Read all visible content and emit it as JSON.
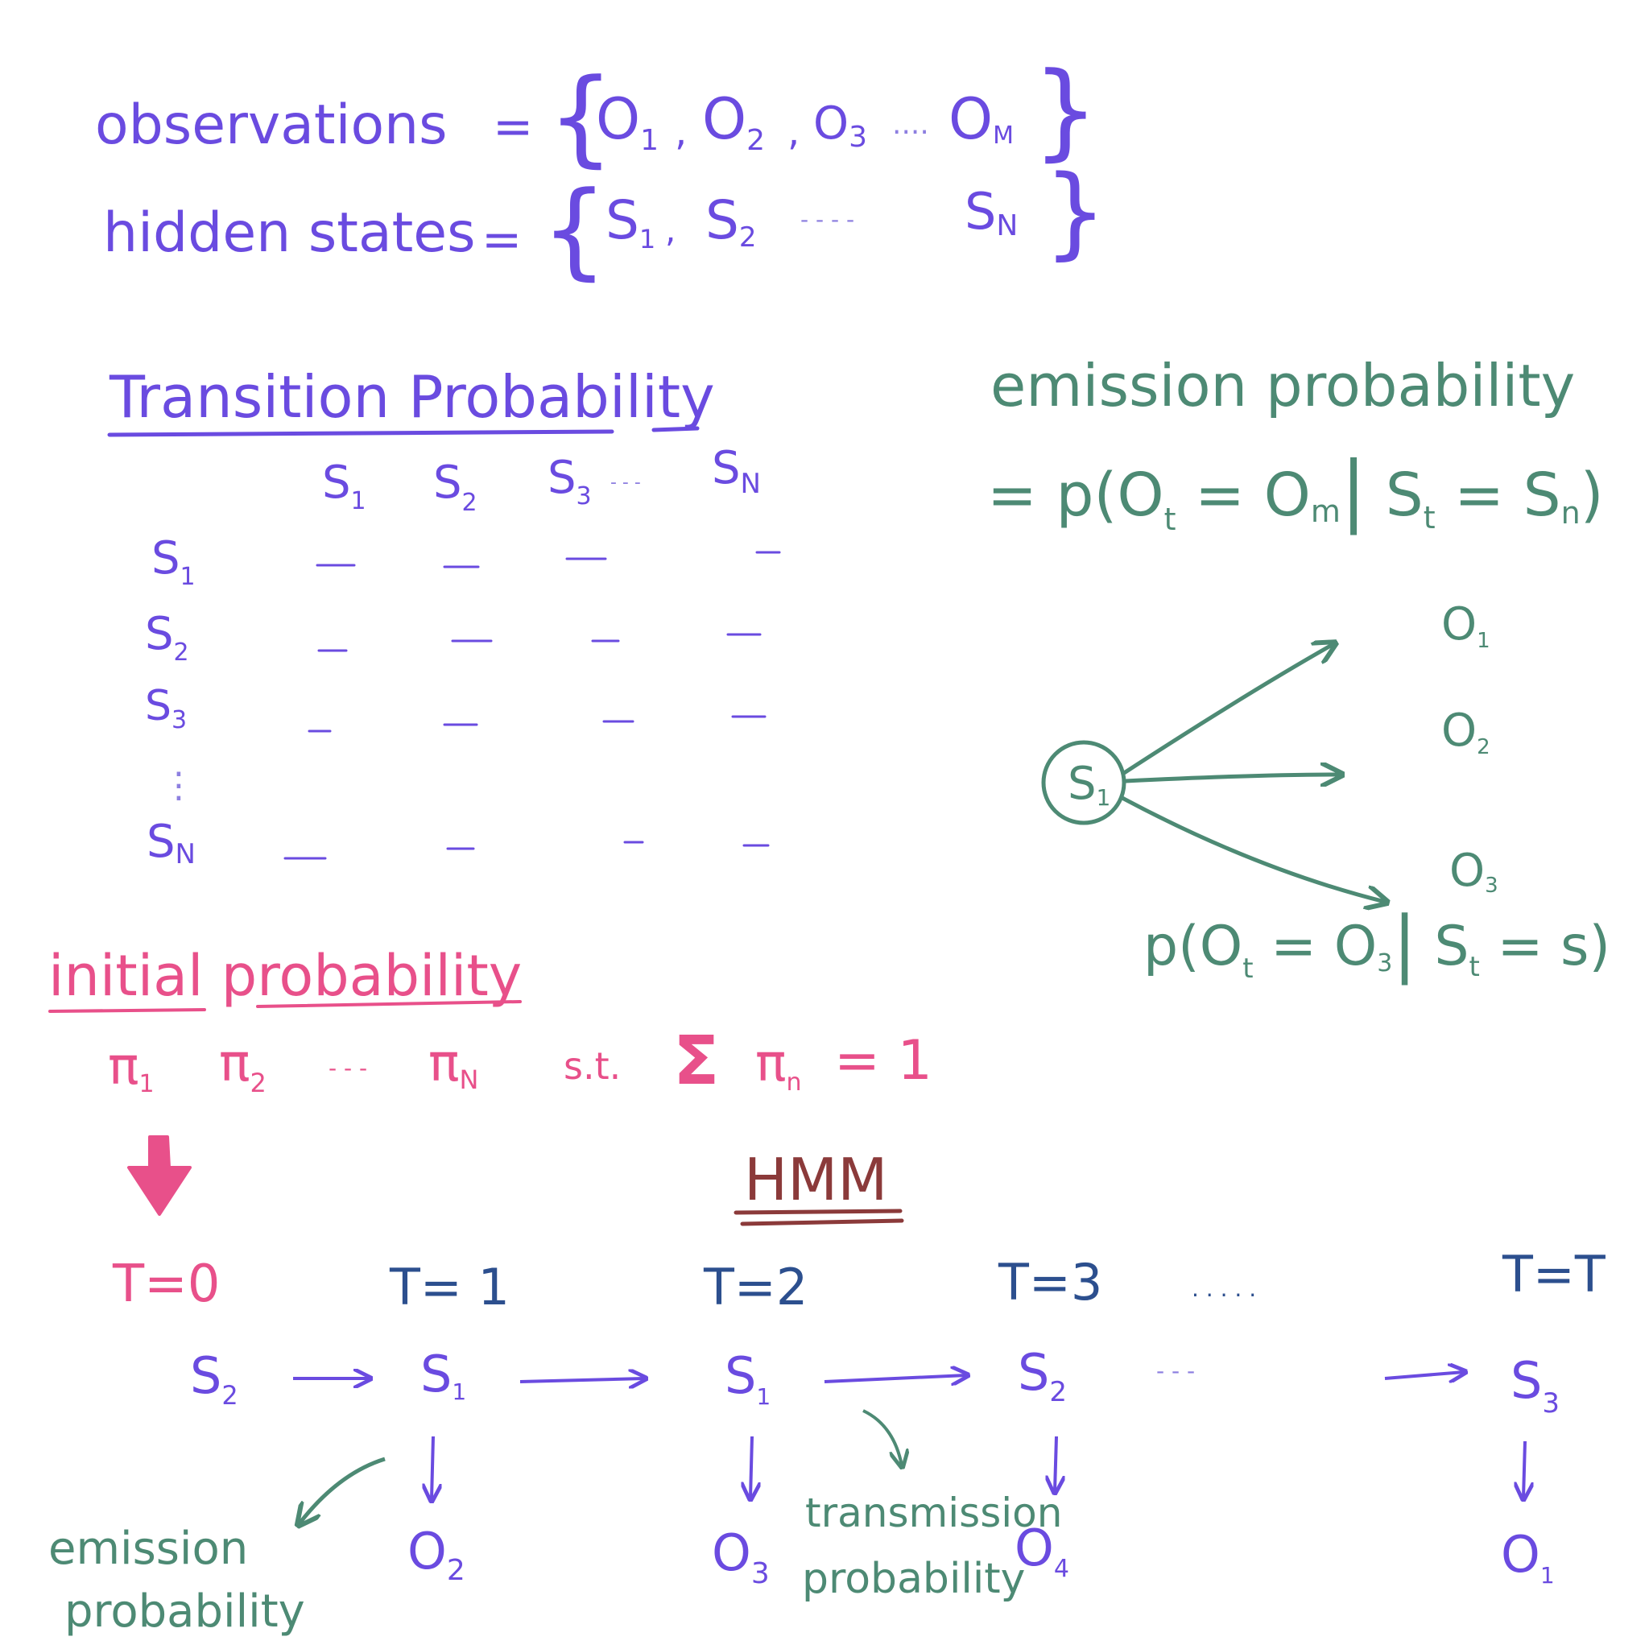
{
  "colors": {
    "purple": "#6a4be0",
    "green": "#4d8a74",
    "pink": "#e8508a",
    "maroon": "#8b3a3a",
    "navy": "#2c4f8e",
    "dash": "#8d7fe0"
  },
  "observations": {
    "label": "observations",
    "eq": "=",
    "open_brace": "{",
    "o1": "O",
    "o1_sub": "1",
    "c1": ",",
    "o2": "O",
    "o2_sub": "2",
    "c2": ",",
    "o3": "O",
    "o3_sub": "3",
    "dots": "....",
    "om": "O",
    "om_sub": "M",
    "close_brace": "}"
  },
  "hidden_states": {
    "label": "hidden states",
    "eq": "=",
    "open_brace": "{",
    "s1": "S",
    "s1_sub": "1",
    "c1": ",",
    "s2": "S",
    "s2_sub": "2",
    "dots": "- - - -",
    "sn": "S",
    "sn_sub": "N",
    "close_brace": "}"
  },
  "transition": {
    "title": "Transition Probability",
    "col_headers": [
      {
        "s": "S",
        "sub": "1"
      },
      {
        "s": "S",
        "sub": "2"
      },
      {
        "s": "S",
        "sub": "3"
      },
      {
        "s": "S",
        "sub": "N"
      }
    ],
    "header_dots": "- - -",
    "row_headers": [
      {
        "s": "S",
        "sub": "1"
      },
      {
        "s": "S",
        "sub": "2"
      },
      {
        "s": "S",
        "sub": "3"
      },
      {
        "s": "S",
        "sub": "N"
      }
    ],
    "row_vdots": "⋮"
  },
  "emission": {
    "title": "emission probability",
    "formula": "= p(O",
    "formula_sub_t": "t",
    "formula_mid": " = O",
    "formula_sub_m": "m",
    "formula_bar": "|",
    "formula_s": " S",
    "formula_sub_t2": "t",
    "formula_end": " = S",
    "formula_sub_n": "n",
    "formula_close": ")"
  },
  "emission_diagram": {
    "node": "S",
    "node_sub": "1",
    "outputs": [
      {
        "o": "O",
        "sub": "1"
      },
      {
        "o": "O",
        "sub": "2"
      },
      {
        "o": "O",
        "sub": "3"
      }
    ],
    "formula_p": "p(O",
    "formula_sub_t": "t",
    "formula_mid": " = O",
    "formula_sub_3": "3",
    "formula_bar": "|",
    "formula_s": " S",
    "formula_sub_t2": "t",
    "formula_end": " = s)"
  },
  "initial": {
    "title": "initial probability",
    "pi1": "π",
    "pi1_sub": "1",
    "pi2": "π",
    "pi2_sub": "2",
    "dots": "- - -",
    "piN": "π",
    "piN_sub": "N",
    "st": "s.t.",
    "sigma": "Σ",
    "pin": "π",
    "pin_sub": "n",
    "eq_one": "= 1"
  },
  "hmm": {
    "title": "HMM",
    "times": [
      "T=0",
      "T= 1",
      "T=2",
      "T=3",
      "T=T"
    ],
    "time_dots": ". . . . .",
    "states": [
      {
        "s": "S",
        "sub": "2"
      },
      {
        "s": "S",
        "sub": "1"
      },
      {
        "s": "S",
        "sub": "1"
      },
      {
        "s": "S",
        "sub": "2"
      },
      {
        "s": "S",
        "sub": "3"
      }
    ],
    "state_dots": "- - -",
    "obs": [
      {
        "o": "O",
        "sub": "2"
      },
      {
        "o": "O",
        "sub": "3"
      },
      {
        "o": "O",
        "sub": "4"
      },
      {
        "o": "O",
        "sub": "1"
      }
    ],
    "emission_note_1": "emission",
    "emission_note_2": "probability",
    "transmission_note_1": "transmission",
    "transmission_note_2": "probability"
  }
}
